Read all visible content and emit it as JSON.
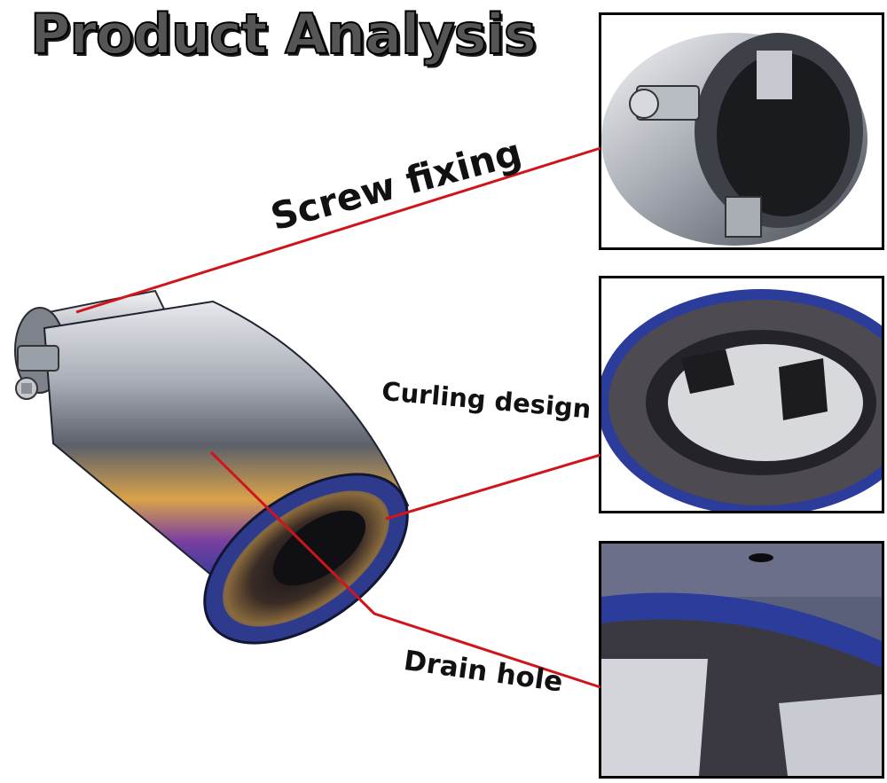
{
  "title": "Product Analysis",
  "callouts": {
    "screw": "Screw fixing",
    "curl": "Curling design",
    "drain": "Drain hole"
  },
  "colors": {
    "leader_line": "#d0141c",
    "title_fill": "#555555",
    "title_outline": "#000000",
    "frame": "#000000",
    "chrome": "#c9ccd2",
    "burnt_blue": "#2b3c9a",
    "burnt_gold": "#d9a24a"
  }
}
